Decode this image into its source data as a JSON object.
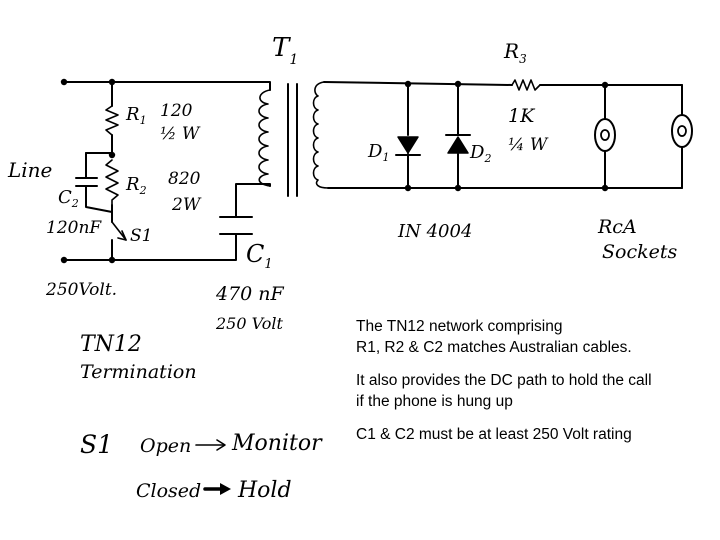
{
  "labels": {
    "line": "Line",
    "r1": "R",
    "r1_sub": "1",
    "r1_value": "120",
    "r1_power": "½ W",
    "r2": "R",
    "r2_sub": "2",
    "r2_value": "820",
    "r2_power": "2W",
    "c2": "C",
    "c2_sub": "2",
    "c2_value": "120nF",
    "s1": "S1",
    "line_rating": "250Volt.",
    "t1": "T",
    "t1_sub": "1",
    "c1": "C",
    "c1_sub": "1",
    "c1_value": "470 nF",
    "c1_rating": "250 Volt",
    "r3": "R",
    "r3_sub": "3",
    "r3_value": "1K",
    "r3_power": "¼ W",
    "d1": "D",
    "d1_sub": "1",
    "d2": "D",
    "d2_sub": "2",
    "diode_type": "IN 4004",
    "rca_line1": "RcA",
    "rca_line2": "Sockets",
    "tn12_line1": "TN12",
    "tn12_line2": "Termination",
    "s1_legend": "S1",
    "open": "Open",
    "monitor": "Monitor",
    "closed": "Closed",
    "hold": "Hold"
  },
  "notes": [
    [
      "The TN12 network comprising",
      "R1, R2 & C2 matches Australian cables."
    ],
    [
      "It also provides the DC path to hold the call",
      "if the phone is hung up"
    ],
    [
      "C1 & C2 must be at least 250 Volt rating"
    ]
  ]
}
